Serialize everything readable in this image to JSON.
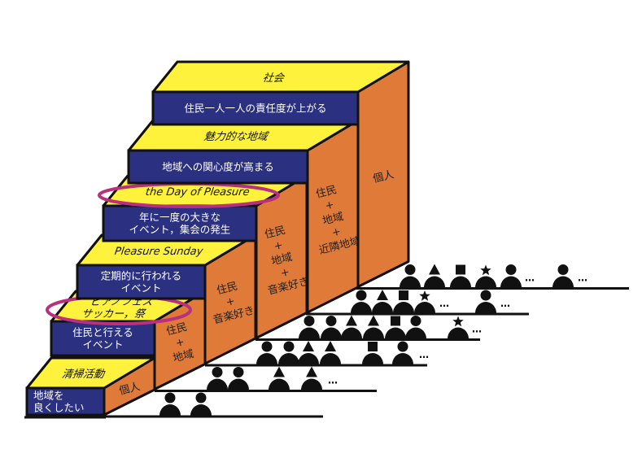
{
  "colors": {
    "front": "#2b3180",
    "top": "#fff23c",
    "side": "#e07a38",
    "highlight": "#b8307f",
    "ink": "#111111"
  },
  "steps": [
    {
      "top_label": [
        "清掃活動"
      ],
      "front_label": [
        "地域を",
        "良くしたい"
      ],
      "side_label": [
        "個人"
      ],
      "highlighted": false
    },
    {
      "top_label": [
        "ピアノフェス",
        "サッカー，祭"
      ],
      "front_label": [
        "住民と行える",
        "イベント"
      ],
      "side_label": [
        "住民",
        "+",
        "地域"
      ],
      "highlighted": true
    },
    {
      "top_label": [
        "Pleasure Sunday"
      ],
      "front_label": [
        "定期的に行われる",
        "イベント"
      ],
      "side_label": [
        "住民",
        "+",
        "音楽好き"
      ],
      "highlighted": false
    },
    {
      "top_label": [
        "the Day of Pleasure"
      ],
      "front_label": [
        "年に一度の大きな",
        "イベント，集会の発生"
      ],
      "side_label": [
        "住民",
        "+",
        "地域",
        "+",
        "音楽好き"
      ],
      "highlighted": true
    },
    {
      "top_label": [
        "魅力的な地域"
      ],
      "front_label": [
        "地域への関心度が高まる"
      ],
      "side_label": [
        "住民",
        "+",
        "地域",
        "+",
        "近隣地域"
      ],
      "highlighted": false
    },
    {
      "top_label": [
        "社会"
      ],
      "front_label": [
        "住民一人一人の責任度が上がる"
      ],
      "side_label": [
        "個人"
      ],
      "highlighted": false
    }
  ],
  "people_rows": [
    {
      "people": [
        "circle",
        "circle"
      ],
      "dots": []
    },
    {
      "people": [
        "circle",
        "circle",
        "triangle",
        "triangle"
      ],
      "dots": [
        "…"
      ]
    },
    {
      "people": [
        "circle",
        "circle",
        "triangle",
        "triangle",
        "square",
        "circle"
      ],
      "dots": [
        "…"
      ]
    },
    {
      "people": [
        "circle",
        "circle",
        "triangle",
        "triangle",
        "square",
        "circle",
        "star"
      ],
      "dots": [
        "…"
      ]
    },
    {
      "people": [
        "circle",
        "triangle",
        "square",
        "star",
        "circle"
      ],
      "dots": [
        "…",
        "…"
      ]
    },
    {
      "people": [
        "circle",
        "triangle",
        "square",
        "star",
        "circle",
        "circle"
      ],
      "dots": [
        "…",
        "…"
      ]
    }
  ]
}
